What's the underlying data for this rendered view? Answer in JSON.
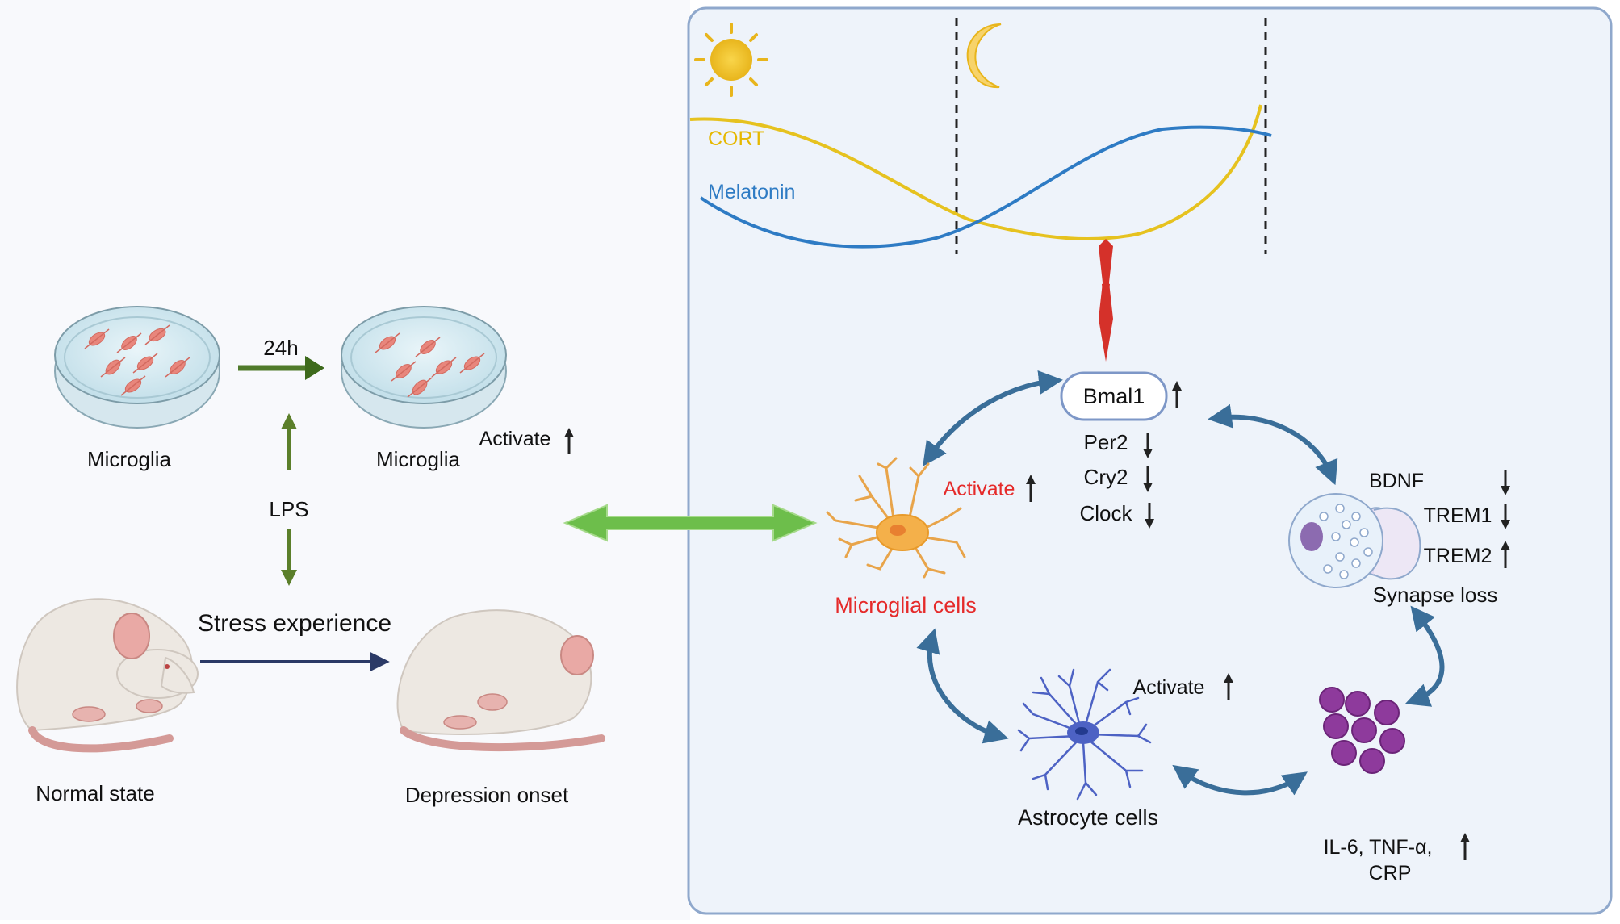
{
  "colors": {
    "cort": "#E6B800",
    "melatonin": "#2E7BC4",
    "accent_red": "#E52A2A",
    "panel_border": "#8FA8CC",
    "panel_fill": "#EEF3FA",
    "left_fill": "#F8F9FC",
    "green_arrow": "#6DBE4B",
    "double_arrow_red": "#D5312A",
    "cycle_arrow": "#3A6E99"
  },
  "icons": {
    "sun": "sun-icon",
    "moon": "moon-icon",
    "petri_dish": "petri-dish-icon",
    "mouse": "mouse-icon",
    "microglia_cell": "microglia-cell-icon",
    "astrocyte_cell": "astrocyte-cell-icon",
    "synapse": "synapse-icon",
    "cytokines": "cytokine-cluster-icon"
  },
  "left": {
    "dish_left_label": "Microglia",
    "dish_right_label": "Microglia",
    "time_label": "24h",
    "activate_label": "Activate",
    "lps_label": "LPS",
    "stress_label": "Stress experience",
    "normal_label": "Normal state",
    "depression_label": "Depression onset"
  },
  "right": {
    "cort_label": "CORT",
    "melatonin_label": "Melatonin",
    "bmal1_label": "Bmal1",
    "per2_label": "Per2",
    "cry2_label": "Cry2",
    "clock_label": "Clock",
    "microglial_activate": "Activate",
    "microglial_cells": "Microglial cells",
    "bdnf_label": "BDNF",
    "trem1_label": "TREM1",
    "trem2_label": "TREM2",
    "synapse_label": "Synapse loss",
    "astro_activate": "Activate",
    "astrocyte_label": "Astrocyte cells",
    "cytokine_line1": "IL-6, TNF-α,",
    "cytokine_line2": "CRP"
  }
}
